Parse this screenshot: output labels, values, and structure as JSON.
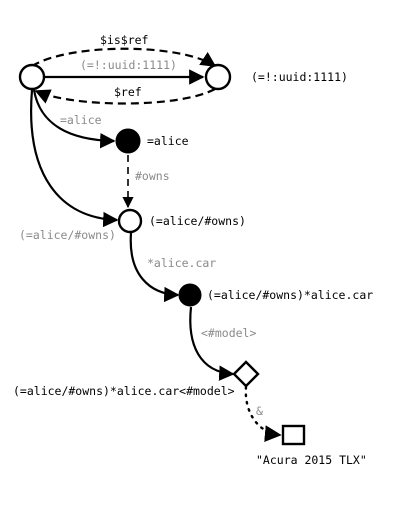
{
  "nodes": {
    "root_left": {
      "shape": "open-circle"
    },
    "root_right": {
      "shape": "open-circle",
      "label": "(=!:uuid:1111)"
    },
    "alice": {
      "shape": "filled-circle",
      "label": "=alice"
    },
    "alice_owns": {
      "shape": "open-circle",
      "label": "(=alice/#owns)"
    },
    "alice_car": {
      "shape": "filled-circle",
      "label": "(=alice/#owns)*alice.car"
    },
    "model": {
      "shape": "diamond",
      "label": "(=alice/#owns)*alice.car<#model>"
    },
    "value": {
      "shape": "square",
      "label": "\"Acura 2015 TLX\""
    }
  },
  "edges": {
    "is_ref": {
      "label": "$is$ref",
      "style": "dashed"
    },
    "uuid": {
      "label": "(=!:uuid:1111)",
      "style": "solid"
    },
    "ref": {
      "label": "$ref",
      "style": "dashed"
    },
    "alice": {
      "label": "=alice",
      "style": "solid"
    },
    "owns": {
      "label": "#owns",
      "style": "dashed"
    },
    "owns_path": {
      "label": "(=alice/#owns)",
      "style": "solid"
    },
    "car": {
      "label": "*alice.car",
      "style": "solid"
    },
    "model": {
      "label": "<#model>",
      "style": "solid"
    },
    "literal": {
      "label": "&",
      "style": "dotted"
    }
  },
  "colors": {
    "ink": "#000000",
    "muted_label": "#8a8a8a",
    "background": "#ffffff"
  }
}
